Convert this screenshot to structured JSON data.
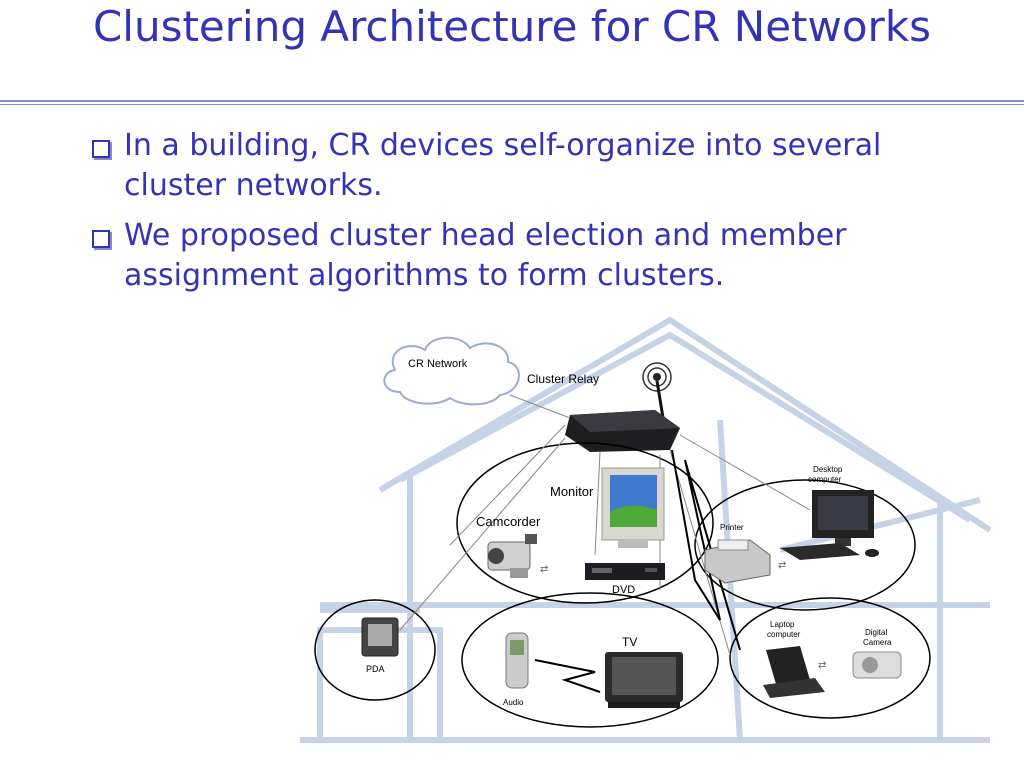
{
  "title": "Clustering Architecture for CR Networks",
  "bullets": [
    "In a building, CR devices self-organize into several cluster networks.",
    "We proposed cluster head election and member assignment algorithms to form clusters."
  ],
  "diagram": {
    "cloud_label": "CR Network",
    "relay_label": "Cluster Relay",
    "monitor_label": "Monitor",
    "camcorder_label": "Camcorder",
    "dvd_label": "DVD",
    "desktop_label_1": "Desktop",
    "desktop_label_2": "computer",
    "printer_label": "Printer",
    "pda_label": "PDA",
    "audio_label": "Audio",
    "tv_label": "TV",
    "laptop_label_1": "Laptop",
    "laptop_label_2": "computer",
    "camera_label_1": "Digital",
    "camera_label_2": "Camera"
  },
  "colors": {
    "accent": "#3333b8",
    "rule": "#8888c8",
    "house": "#b8c8e0"
  }
}
